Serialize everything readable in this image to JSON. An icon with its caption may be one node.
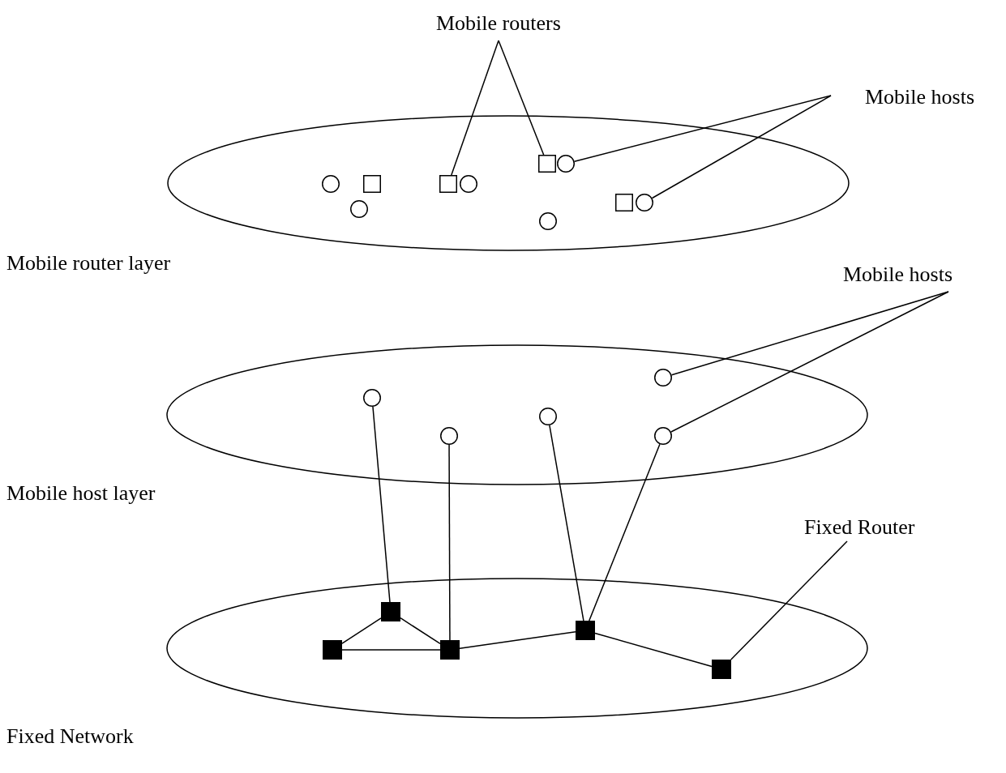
{
  "diagram": {
    "nodes": [
      {
        "text": [
          "Mobile routers"
        ]
      },
      {
        "text": [
          "Mobile hosts"
        ]
      },
      {
        "text": [
          "Mobile router layer"
        ]
      },
      {
        "text": [],
        "shape": "circle",
        "in": 2
      },
      {
        "text": [],
        "shape": "square",
        "in": 2
      },
      {
        "text": [],
        "shape": "circle",
        "in": 2
      },
      {
        "text": [],
        "shape": "square",
        "in": 2
      },
      {
        "text": [],
        "shape": "circle",
        "in": 2
      },
      {
        "text": [],
        "shape": "square",
        "in": 2
      },
      {
        "text": [],
        "shape": "circle",
        "in": 2
      },
      {
        "text": [],
        "shape": "square",
        "in": 2
      },
      {
        "text": [],
        "shape": "circle",
        "in": 2
      },
      {
        "text": [],
        "shape": "circle",
        "in": 2
      },
      {
        "text": [
          "Mobile hosts"
        ]
      },
      {
        "text": [
          "Mobile host layer"
        ]
      },
      {
        "text": [],
        "shape": "circle",
        "in": 14
      },
      {
        "text": [],
        "shape": "circle",
        "in": 14
      },
      {
        "text": [],
        "shape": "circle",
        "in": 14
      },
      {
        "text": [],
        "shape": "circle",
        "in": 14
      },
      {
        "text": [],
        "shape": "circle",
        "in": 14
      },
      {
        "text": [
          "Fixed Router"
        ]
      },
      {
        "text": [
          "Fixed Network"
        ]
      },
      {
        "text": [],
        "shape": "box",
        "in": 21
      },
      {
        "text": [],
        "shape": "box",
        "in": 21
      },
      {
        "text": [],
        "shape": "box",
        "in": 21
      },
      {
        "text": [],
        "shape": "box",
        "in": 21
      },
      {
        "text": [],
        "shape": "box",
        "in": 21
      }
    ],
    "edges": [
      {
        "from": 0,
        "to": 6,
        "arrow": "none"
      },
      {
        "from": 0,
        "to": 8,
        "arrow": "none"
      },
      {
        "from": 1,
        "to": 9,
        "arrow": "none"
      },
      {
        "from": 1,
        "to": 11,
        "arrow": "none"
      },
      {
        "from": 13,
        "to": 18,
        "arrow": "none"
      },
      {
        "from": 13,
        "to": 19,
        "arrow": "none"
      },
      {
        "from": 15,
        "to": 22,
        "arrow": "none"
      },
      {
        "from": 16,
        "to": 24,
        "arrow": "none"
      },
      {
        "from": 17,
        "to": 25,
        "arrow": "none"
      },
      {
        "from": 19,
        "to": 25,
        "arrow": "none"
      },
      {
        "from": 20,
        "to": 26,
        "arrow": "none"
      },
      {
        "from": 22,
        "to": 23,
        "arrow": "none"
      },
      {
        "from": 22,
        "to": 24,
        "arrow": "none"
      },
      {
        "from": 23,
        "to": 24,
        "arrow": "none"
      },
      {
        "from": 24,
        "to": 25,
        "arrow": "none"
      },
      {
        "from": 25,
        "to": 26,
        "arrow": "none"
      }
    ]
  }
}
